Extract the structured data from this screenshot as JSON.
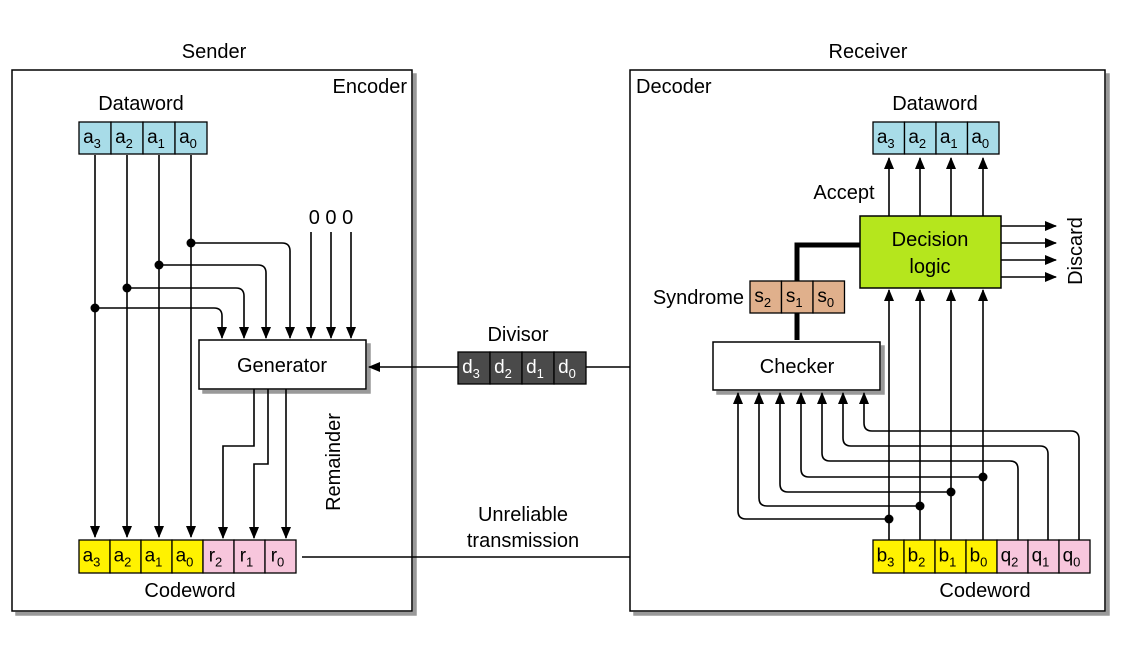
{
  "sender": {
    "title": "Sender",
    "encoder_label": "Encoder",
    "dataword_label": "Dataword",
    "dataword_bits": [
      [
        "a",
        "3"
      ],
      [
        "a",
        "2"
      ],
      [
        "a",
        "1"
      ],
      [
        "a",
        "0"
      ]
    ],
    "zeros": "0 0 0",
    "generator_label": "Generator",
    "remainder_label": "Remainder",
    "codeword_label": "Codeword",
    "codeword_bits": [
      [
        "a",
        "3"
      ],
      [
        "a",
        "2"
      ],
      [
        "a",
        "1"
      ],
      [
        "a",
        "0"
      ],
      [
        "r",
        "2"
      ],
      [
        "r",
        "1"
      ],
      [
        "r",
        "0"
      ]
    ]
  },
  "middle": {
    "divisor_label": "Divisor",
    "divisor_bits": [
      [
        "d",
        "3"
      ],
      [
        "d",
        "2"
      ],
      [
        "d",
        "1"
      ],
      [
        "d",
        "0"
      ]
    ],
    "channel_line1": "Unreliable",
    "channel_line2": "transmission"
  },
  "receiver": {
    "title": "Receiver",
    "decoder_label": "Decoder",
    "dataword_label": "Dataword",
    "dataword_bits": [
      [
        "a",
        "3"
      ],
      [
        "a",
        "2"
      ],
      [
        "a",
        "1"
      ],
      [
        "a",
        "0"
      ]
    ],
    "accept_label": "Accept",
    "decision_line1": "Decision",
    "decision_line2": "logic",
    "discard_label": "Discard",
    "syndrome_label": "Syndrome",
    "syndrome_bits": [
      [
        "s",
        "2"
      ],
      [
        "s",
        "1"
      ],
      [
        "s",
        "0"
      ]
    ],
    "checker_label": "Checker",
    "codeword_label": "Codeword",
    "codeword_bits": [
      [
        "b",
        "3"
      ],
      [
        "b",
        "2"
      ],
      [
        "b",
        "1"
      ],
      [
        "b",
        "0"
      ],
      [
        "q",
        "2"
      ],
      [
        "q",
        "1"
      ],
      [
        "q",
        "0"
      ]
    ]
  },
  "colors": {
    "dataword": "#a8dce8",
    "data_codeword": "#fff200",
    "redundant_codeword": "#f7c6dc",
    "divisor": "#4a4a4a",
    "syndrome": "#e0b08c",
    "decision": "#b5e61d"
  }
}
